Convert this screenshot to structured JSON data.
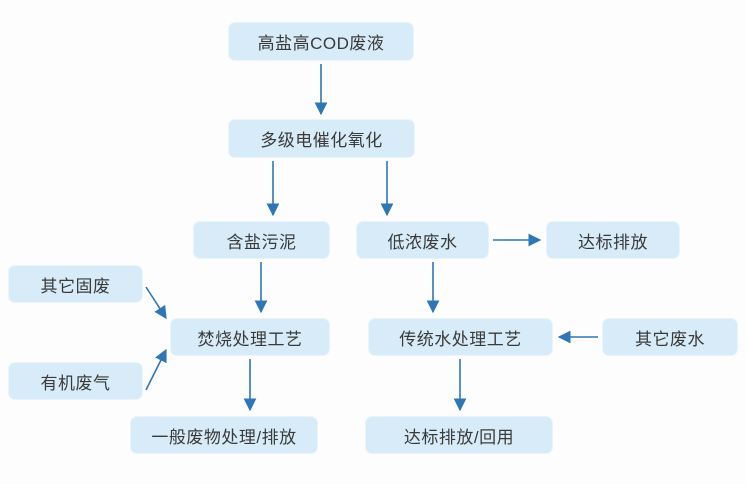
{
  "diagram": {
    "colors": {
      "background": "#fdfdfd",
      "node_fill": "#d7ecf8",
      "node_border": "#e9f4fb",
      "arrow": "#2e76b6",
      "text": "#3a3a3a"
    },
    "nodes": {
      "main_waste": {
        "label": "高盐高COD废液"
      },
      "electro": {
        "label": "多级电催化氧化"
      },
      "sludge": {
        "label": "含盐污泥"
      },
      "low_conc": {
        "label": "低浓废水"
      },
      "discharge": {
        "label": "达标排放"
      },
      "other_solid": {
        "label": "其它固废"
      },
      "organic_gas": {
        "label": "有机废气"
      },
      "incineration": {
        "label": "焚烧处理工艺"
      },
      "water_treat": {
        "label": "传统水处理工艺"
      },
      "other_water": {
        "label": "其它废水"
      },
      "general_out": {
        "label": "一般废物处理/排放"
      },
      "reuse_out": {
        "label": "达标排放/回用"
      }
    },
    "edges": [
      {
        "from": "高盐高COD废液",
        "to": "多级电催化氧化"
      },
      {
        "from": "多级电催化氧化",
        "to": "含盐污泥"
      },
      {
        "from": "多级电催化氧化",
        "to": "低浓废水"
      },
      {
        "from": "低浓废水",
        "to": "达标排放"
      },
      {
        "from": "含盐污泥",
        "to": "焚烧处理工艺"
      },
      {
        "from": "低浓废水",
        "to": "传统水处理工艺"
      },
      {
        "from": "其它固废",
        "to": "焚烧处理工艺"
      },
      {
        "from": "有机废气",
        "to": "焚烧处理工艺"
      },
      {
        "from": "其它废水",
        "to": "传统水处理工艺"
      },
      {
        "from": "焚烧处理工艺",
        "to": "一般废物处理/排放"
      },
      {
        "from": "传统水处理工艺",
        "to": "达标排放/回用"
      }
    ]
  }
}
